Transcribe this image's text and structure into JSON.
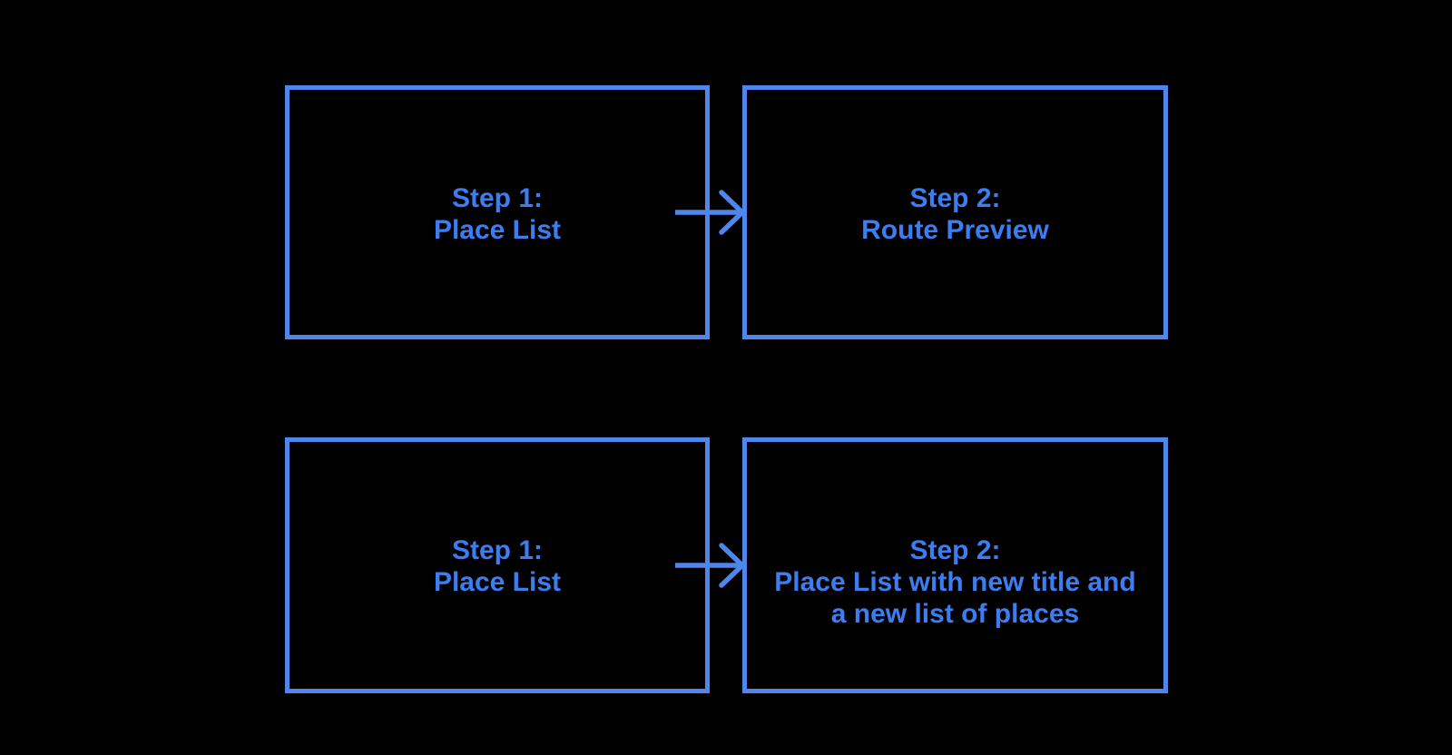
{
  "page": {
    "background": "#000000"
  },
  "colors": {
    "outline": "#4e86ec",
    "text": "#3d7df2"
  },
  "flow": {
    "rows": [
      {
        "source": {
          "label": "Step 1:\nPlace List"
        },
        "connector": "arrow-right",
        "target": {
          "label": "Step 2:\nRoute Preview"
        }
      },
      {
        "source": {
          "label": "Step 1:\nPlace List"
        },
        "connector": "arrow-right",
        "target": {
          "label": "Step 2:\nPlace List with new title and\na new list of places"
        }
      }
    ]
  }
}
